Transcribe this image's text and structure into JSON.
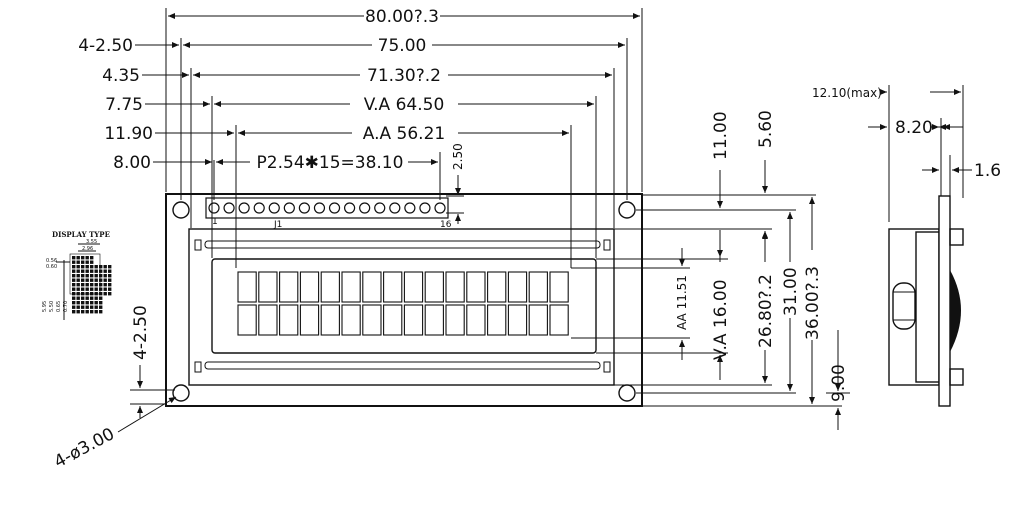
{
  "dimensions": {
    "overall_width": "80.00?.3",
    "hole_spacing": "75.00",
    "bezel_width": "71.30?.2",
    "va_width": "V.A 64.50",
    "aa_width": "A.A 56.21",
    "pin_pitch": "P2.54✱15=38.10",
    "left_4_250": "4-2.50",
    "left_435": "4.35",
    "left_775": "7.75",
    "left_1190": "11.90",
    "left_800": "8.00",
    "pin_height": "2.50",
    "hole_offset_v": "4-2.50",
    "hole_dia": "4-ø3.00",
    "top_1100": "11.00",
    "top_560": "5.60",
    "va_height": "V.A 16.00",
    "aa_height": "AA 11.51",
    "bezel_height": "26.80?.2",
    "hole_v_spacing": "31.00",
    "overall_height": "36.00?.3",
    "bottom_900": "9.00",
    "side_max": "12.10(max)",
    "side_820": "8.20",
    "side_16": "1.6"
  },
  "connector": {
    "label": "J1",
    "pin_first": "1",
    "pin_last": "16",
    "pins": 16
  },
  "display": {
    "rows": 2,
    "columns": 16
  },
  "detail": {
    "title": "DISPLAY TYPE",
    "d355": "3.55",
    "d296": "2.96",
    "d056": "0.56",
    "d060": "0.60",
    "d595": "5.95",
    "d550": "5.50",
    "d065": "0.65",
    "d070": "0.70"
  },
  "colors": {
    "line": "#111111",
    "background": "#ffffff"
  }
}
